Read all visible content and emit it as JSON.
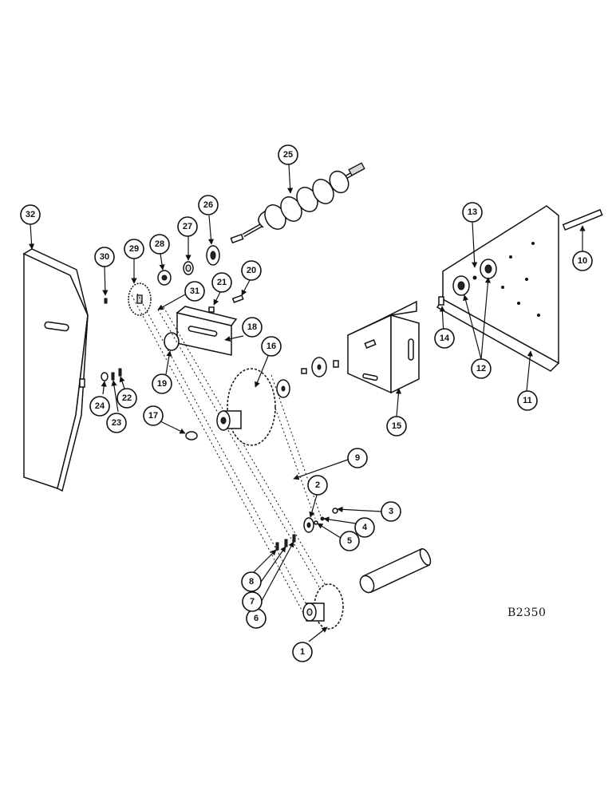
{
  "drawing_code": "B2350",
  "callouts": [
    "1",
    "2",
    "3",
    "4",
    "5",
    "6",
    "7",
    "8",
    "9",
    "10",
    "11",
    "12",
    "13",
    "14",
    "15",
    "16",
    "17",
    "18",
    "19",
    "20",
    "21",
    "22",
    "23",
    "24",
    "25",
    "26",
    "27",
    "28",
    "29",
    "30",
    "31",
    "32"
  ]
}
